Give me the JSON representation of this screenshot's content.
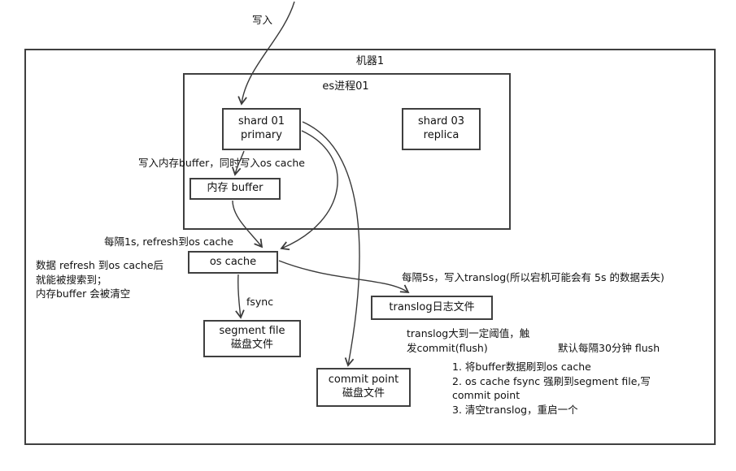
{
  "diagram": {
    "machine_label": "机器1",
    "process_label": "es进程01",
    "nodes": {
      "shard01": "shard 01\nprimary",
      "shard03": "shard 03\nreplica",
      "memory_buffer": "内存 buffer",
      "os_cache": "os cache",
      "segment_file": "segment file\n磁盘文件",
      "translog": "translog日志文件",
      "commit_point": "commit point\n磁盘文件"
    },
    "notes": {
      "write": "写入",
      "write_buffer": "写入内存buffer，同时写入os cache",
      "refresh": "每隔1s, refresh到os cache",
      "search": "数据 refresh 到os cache后\n就能被搜索到；\n内存buffer 会被清空",
      "fsync": "fsync",
      "translog_interval": "每隔5s，写入translog(所以宕机可能会有 5s 的数据丢失)",
      "commit_threshold": "translog大到一定阈值，触\n发commit(flush)",
      "flush_interval": "默认每隔30分钟 flush",
      "flush_steps": "1. 将buffer数据刷到os cache\n2. os cache fsync 强刷到segment file,写\ncommit point\n3. 清空translog，重启一个"
    },
    "colors": {
      "line": "#3a3a3a",
      "text": "#111111",
      "background": "#ffffff"
    }
  }
}
